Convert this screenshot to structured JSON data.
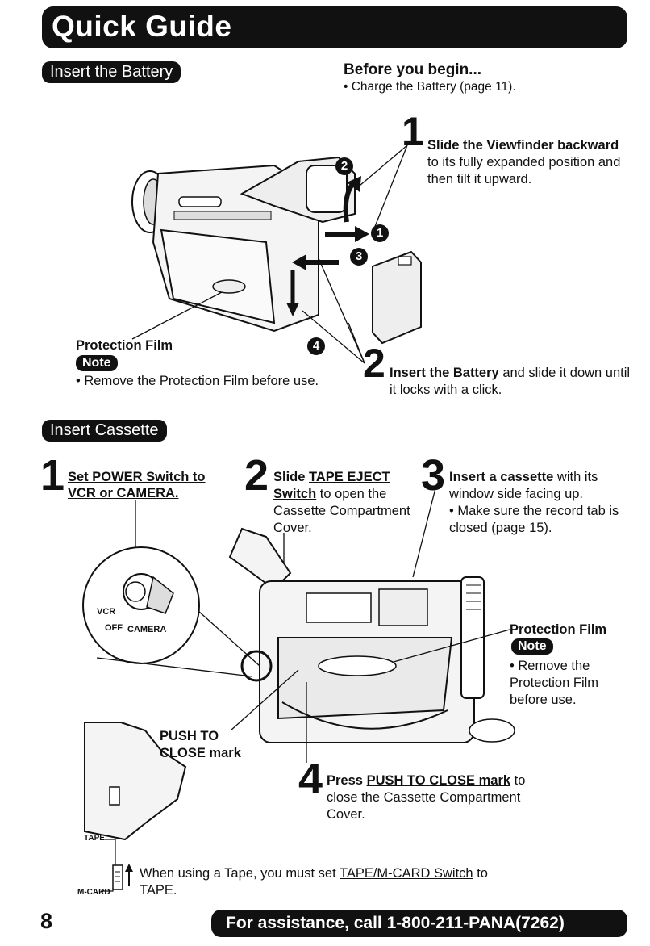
{
  "header": {
    "title": "Quick Guide"
  },
  "battery": {
    "section_title": "Insert the Battery",
    "before_title": "Before you begin...",
    "before_bullet": "• Charge the Battery (page 11).",
    "step1_num": "1",
    "step1_bold": "Slide the Viewfinder backward",
    "step1_text": "to its fully expanded position and then tilt it upward.",
    "step2_num": "2",
    "step2_bold": "Insert the Battery",
    "step2_text": "and slide it down until it locks with a click.",
    "protection_film_label": "Protection Film",
    "note_label": "Note",
    "note_text": "• Remove the Protection Film before use.",
    "markers": [
      "1",
      "2",
      "3",
      "4"
    ]
  },
  "cassette": {
    "section_title": "Insert Cassette",
    "step1_num": "1",
    "step1_text_a": "Set POWER Switch to",
    "step1_text_b": "VCR or CAMERA.",
    "step2_num": "2",
    "step2_bold": "Slide",
    "step2_link": "TAPE EJECT Switch",
    "step2_text": "to open the Cassette Compartment Cover.",
    "step3_num": "3",
    "step3_bold": "Insert a cassette",
    "step3_text": "with its window side facing up.",
    "step3_bullet": "• Make sure the record tab is closed (page 15).",
    "dial_vcr": "VCR",
    "dial_off": "OFF",
    "dial_camera": "CAMERA",
    "protection_film_label": "Protection Film",
    "note_label": "Note",
    "note_text": "• Remove the Protection Film before use.",
    "push_label": "PUSH TO CLOSE mark",
    "step4_num": "4",
    "step4_bold": "Press",
    "step4_link": "PUSH TO CLOSE mark",
    "step4_text": "to close the Cassette Compartment Cover.",
    "tape_label": "TAPE",
    "mcard_label": "M-CARD",
    "tape_note_a": "When using a Tape, you must set",
    "tape_note_link": "TAPE/M-CARD Switch",
    "tape_note_b": "to TAPE."
  },
  "footer": {
    "page_number": "8",
    "assistance": "For assistance, call 1-800-211-PANA(7262)"
  }
}
